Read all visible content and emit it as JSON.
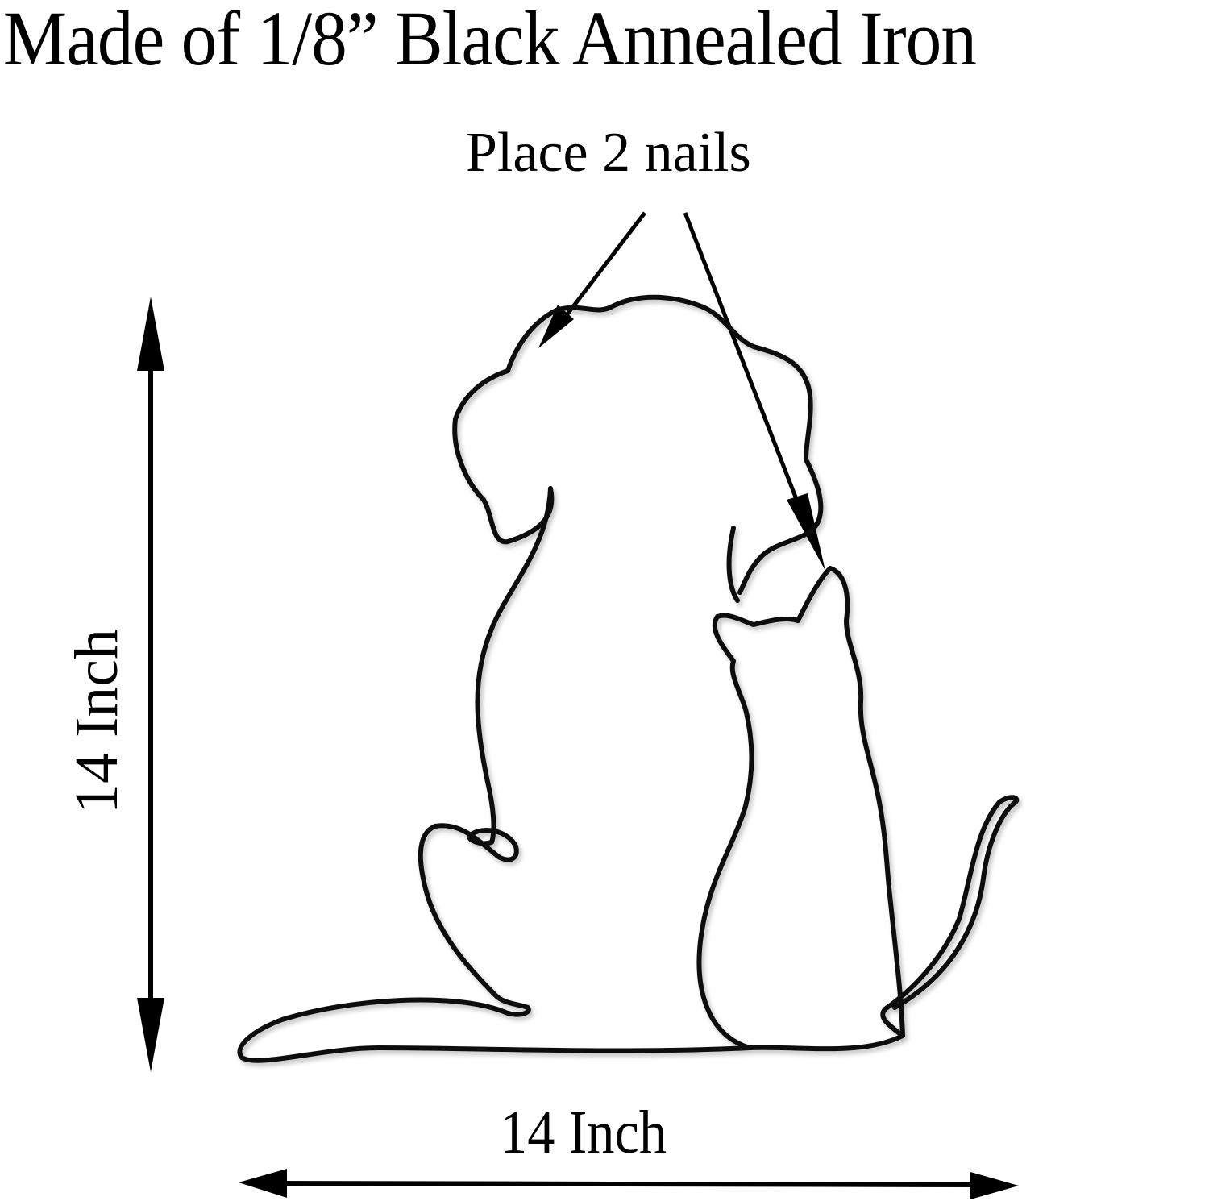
{
  "title": "Made of  1/8” Black Annealed Iron",
  "annotations": {
    "nails": "Place 2 nails",
    "width": "14 Inch",
    "height": "14 Inch"
  },
  "artwork": {
    "subject": "dog and cat wire silhouette",
    "color": "#111111"
  },
  "icons": [
    "double-arrow-horizontal-icon",
    "double-arrow-vertical-icon",
    "arrow-icon"
  ]
}
